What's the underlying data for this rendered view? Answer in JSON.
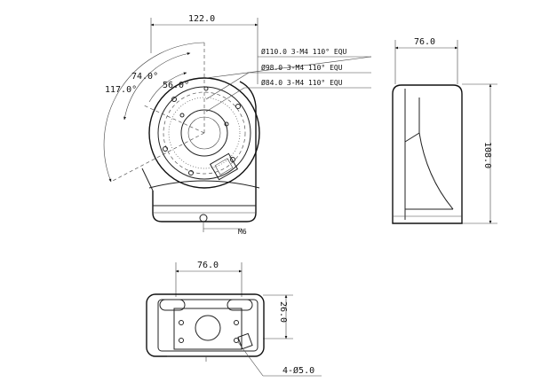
{
  "drawing": {
    "front_view": {
      "width_label": "122.0",
      "callouts": [
        "Ø110.0 3-M4 110° EQU",
        "Ø98.0 3-M4 110° EQU",
        "Ø84.0 3-M4 110° EQU"
      ],
      "angle_labels": [
        "117.0°",
        "74.0°",
        "56.0°"
      ]
    },
    "side_view": {
      "width_label": "76.0",
      "height_label": "108.0"
    },
    "bottom_view": {
      "width_label": "76.0",
      "depth_label": "26.0",
      "hole_label": "4-Ø5.0"
    }
  }
}
